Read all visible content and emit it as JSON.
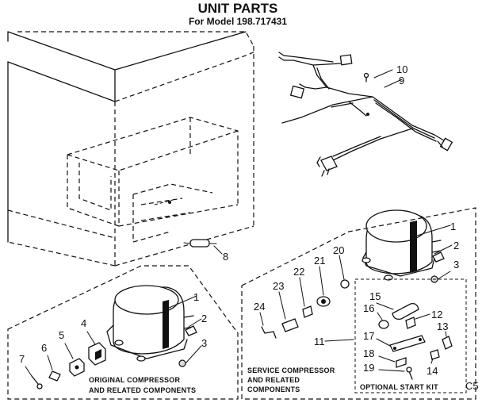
{
  "header": {
    "title": "UNIT PARTS",
    "subtitle": "For Model 198.717431"
  },
  "captions": {
    "original_line1": "ORIGINAL COMPRESSOR",
    "original_line2": "AND RELATED COMPONENTS",
    "service_line1": "SERVICE COMPRESSOR",
    "service_line2": "AND RELATED",
    "service_line3": "COMPONENTS",
    "start_kit": "OPTIONAL START KIT",
    "page_code": "C5"
  },
  "callouts": [
    "10",
    "9",
    "8",
    "1",
    "2",
    "3",
    "4",
    "5",
    "6",
    "7",
    "1",
    "2",
    "3",
    "15",
    "16",
    "12",
    "13",
    "17",
    "18",
    "19",
    "14",
    "11",
    "20",
    "21",
    "22",
    "23",
    "24"
  ]
}
